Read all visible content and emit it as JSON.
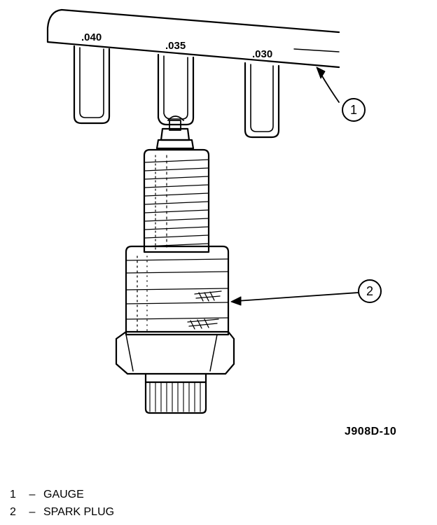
{
  "gauge": {
    "gap_labels": [
      ".040",
      ".035",
      ".030"
    ]
  },
  "callouts": [
    {
      "number": "1",
      "target": "gauge"
    },
    {
      "number": "2",
      "target": "spark plug"
    }
  ],
  "figure_id": "J908D-10",
  "legend": [
    {
      "number": "1",
      "dash": "–",
      "label": "GAUGE"
    },
    {
      "number": "2",
      "dash": "–",
      "label": "SPARK PLUG"
    }
  ]
}
